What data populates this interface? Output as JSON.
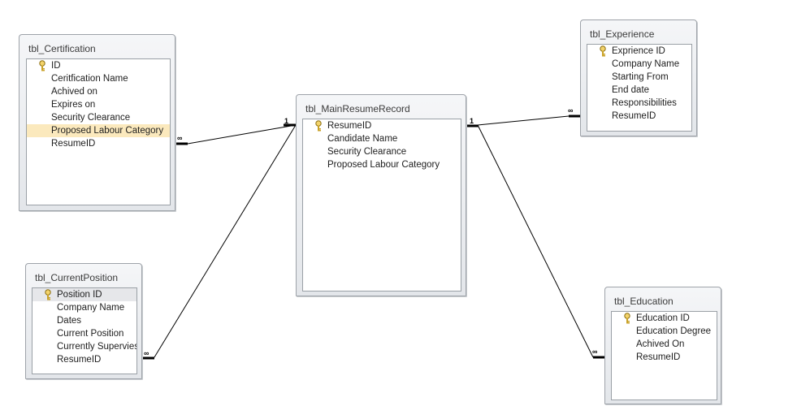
{
  "tables": {
    "certification": {
      "title": "tbl_Certification",
      "fields": [
        "ID",
        "Ceritfication Name",
        "Achived on",
        "Expires on",
        "Security Clearance",
        "Proposed Labour Category",
        "ResumeID"
      ],
      "key_field": "ID",
      "selected_field": "Proposed Labour Category"
    },
    "current_position": {
      "title": "tbl_CurrentPosition",
      "fields": [
        "Position ID",
        "Company Name",
        "Dates",
        "Current Position",
        "Currently Supervies",
        "ResumeID"
      ],
      "key_field": "Position ID"
    },
    "main": {
      "title": "tbl_MainResumeRecord",
      "fields": [
        "ResumeID",
        "Candidate Name",
        "Security Clearance",
        "Proposed Labour Category"
      ],
      "key_field": "ResumeID"
    },
    "experience": {
      "title": "tbl_Experience",
      "fields": [
        "Exprience ID",
        "Company Name",
        "Starting From",
        "End date",
        "Responsibilities",
        "ResumeID"
      ],
      "key_field": "Exprience ID"
    },
    "education": {
      "title": "tbl_Education",
      "fields": [
        "Education ID",
        "Education Degree",
        "Achived On",
        "ResumeID"
      ],
      "key_field": "Education ID"
    }
  },
  "relationships": [
    {
      "from": "main",
      "to": "certification",
      "one": "1",
      "many": "∞"
    },
    {
      "from": "main",
      "to": "current_position",
      "one": "1",
      "many": "∞"
    },
    {
      "from": "main",
      "to": "experience",
      "one": "1",
      "many": "∞"
    },
    {
      "from": "main",
      "to": "education",
      "one": "1",
      "many": "∞"
    }
  ],
  "icons": {
    "primary_key": "key-icon"
  },
  "colors": {
    "selected_row": "#fbe9bd",
    "window_border": "#9ea3a9",
    "relationship_line": "#000000"
  }
}
